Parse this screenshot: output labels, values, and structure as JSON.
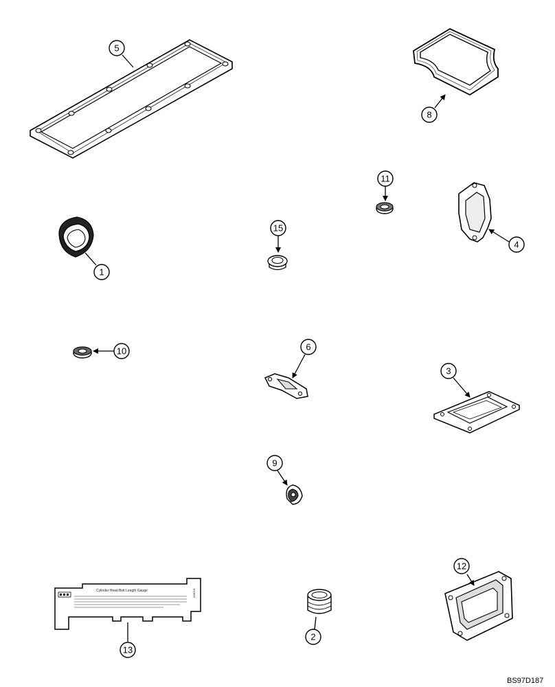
{
  "figure_id": "BS97D187",
  "gauge_card": {
    "title": "Cylinder Head Bolt Length Gauge",
    "side_code": "A68201"
  },
  "callouts": {
    "c1": "1",
    "c2": "2",
    "c3": "3",
    "c4": "4",
    "c5": "5",
    "c6": "6",
    "c8": "8",
    "c9": "9",
    "c10": "10",
    "c11": "11",
    "c12": "12",
    "c13": "13",
    "c15": "15"
  }
}
